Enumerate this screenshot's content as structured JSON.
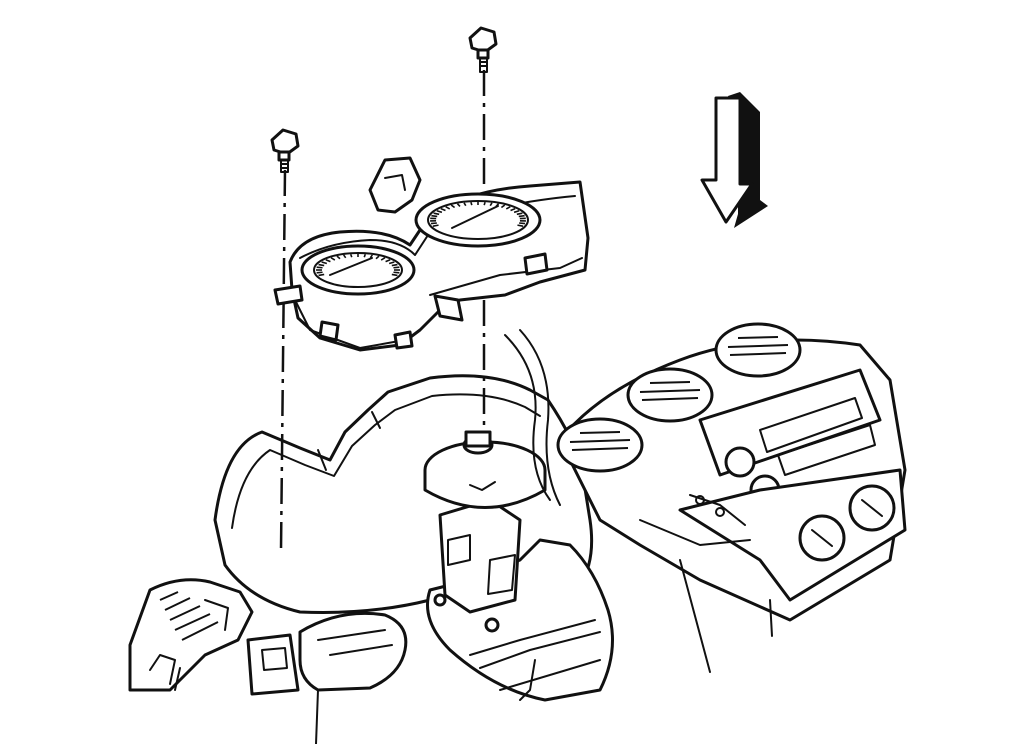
{
  "diagram": {
    "parts": {
      "instrument_cluster": "instrument-cluster",
      "fastener_left": "cluster-screw-left",
      "fastener_center": "cluster-screw-center",
      "direction_arrow": "forward-arrow",
      "steering_column": "steering-column",
      "center_stack": "center-stack-vents-and-controls",
      "left_vent": "left-dash-vent"
    },
    "colors": {
      "line": "#111111",
      "background": "#ffffff"
    }
  }
}
